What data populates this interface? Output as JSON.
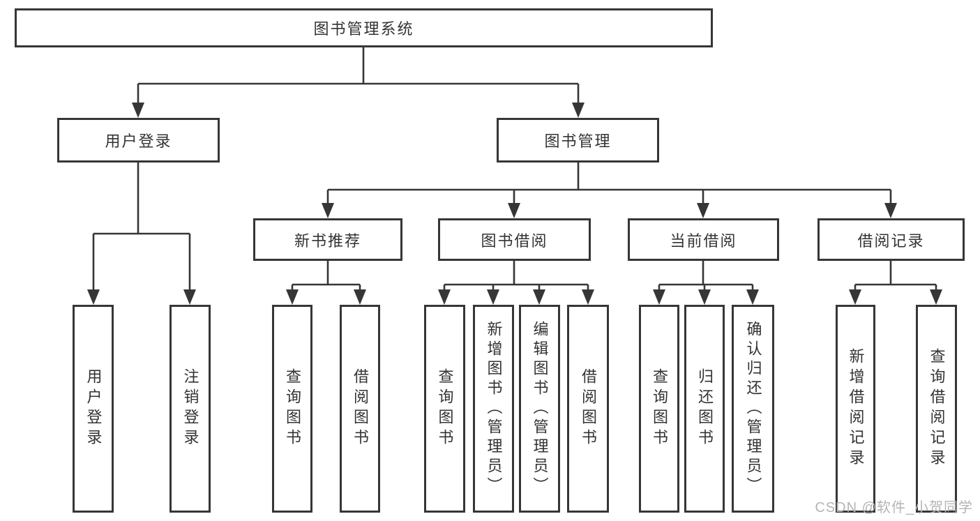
{
  "diagram": {
    "root": {
      "label": "图书管理系统"
    },
    "level2": [
      {
        "label": "用户登录"
      },
      {
        "label": "图书管理"
      }
    ],
    "level3": [
      {
        "label": "新书推荐"
      },
      {
        "label": "图书借阅"
      },
      {
        "label": "当前借阅"
      },
      {
        "label": "借阅记录"
      }
    ],
    "leaves": {
      "user_login": [
        "用户登录",
        "注销登录"
      ],
      "new_book": [
        "查询图书",
        "借阅图书"
      ],
      "book_borrow": [
        "查询图书",
        "新增图书（管理员）",
        "编辑图书（管理员）",
        "借阅图书"
      ],
      "current_borrow": [
        "查询图书",
        "归还图书",
        "确认归还（管理员）"
      ],
      "borrow_records": [
        "新增借阅记录",
        "查询借阅记录"
      ]
    }
  },
  "watermark": {
    "text": "CSDN @软件_小贺同学"
  },
  "colors": {
    "line": "#363636",
    "text": "#333333",
    "watermark": "#b4b4b4",
    "background": "#ffffff"
  }
}
